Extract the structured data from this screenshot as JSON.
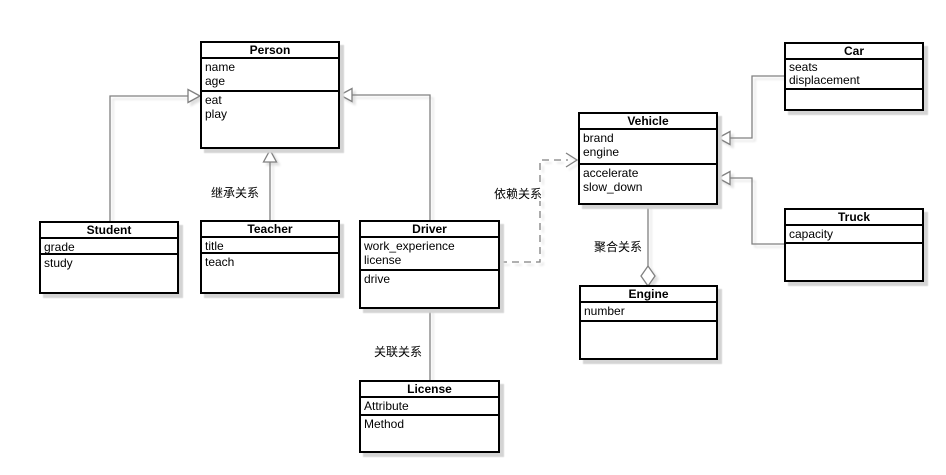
{
  "diagram": {
    "classes": {
      "person": {
        "title": "Person",
        "attributes": [
          "name",
          "age"
        ],
        "methods": [
          "eat",
          "play"
        ]
      },
      "student": {
        "title": "Student",
        "attributes": [
          "grade"
        ],
        "methods": [
          "study"
        ]
      },
      "teacher": {
        "title": "Teacher",
        "attributes": [
          "title"
        ],
        "methods": [
          "teach"
        ]
      },
      "driver": {
        "title": "Driver",
        "attributes": [
          "work_experience",
          "license"
        ],
        "methods": [
          "drive"
        ]
      },
      "license": {
        "title": "License",
        "attributes": [
          "Attribute"
        ],
        "methods": [
          "Method"
        ]
      },
      "vehicle": {
        "title": "Vehicle",
        "attributes": [
          "brand",
          "engine"
        ],
        "methods": [
          "accelerate",
          "slow_down"
        ]
      },
      "engine": {
        "title": "Engine",
        "attributes": [
          "number"
        ],
        "methods": []
      },
      "car": {
        "title": "Car",
        "attributes": [
          "seats",
          "displacement"
        ],
        "methods": []
      },
      "truck": {
        "title": "Truck",
        "attributes": [
          "capacity"
        ],
        "methods": []
      }
    },
    "relationship_labels": {
      "inheritance": "继承关系",
      "dependency": "依赖关系",
      "aggregation": "聚合关系",
      "association": "关联关系"
    },
    "colors": {
      "box_border": "#000000",
      "box_fill": "#ffffff",
      "connector": "#808080",
      "shadow": "#d4d4d4",
      "background": "#ffffff"
    }
  }
}
